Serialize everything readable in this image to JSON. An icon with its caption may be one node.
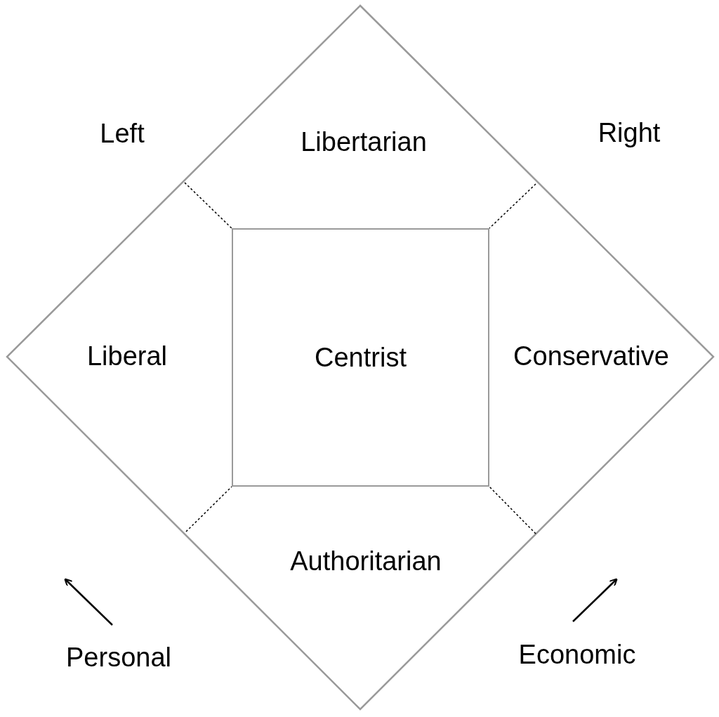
{
  "diagram": {
    "nodes": [
      {
        "text": [
          "Libertarian"
        ]
      },
      {
        "text": [
          "Liberal"
        ]
      },
      {
        "text": [
          "Centrist"
        ]
      },
      {
        "text": [
          "Conservative"
        ]
      },
      {
        "text": [
          "Authoritarian"
        ]
      }
    ],
    "labels": [
      "Left",
      "Right",
      "Personal",
      "Economic"
    ]
  }
}
